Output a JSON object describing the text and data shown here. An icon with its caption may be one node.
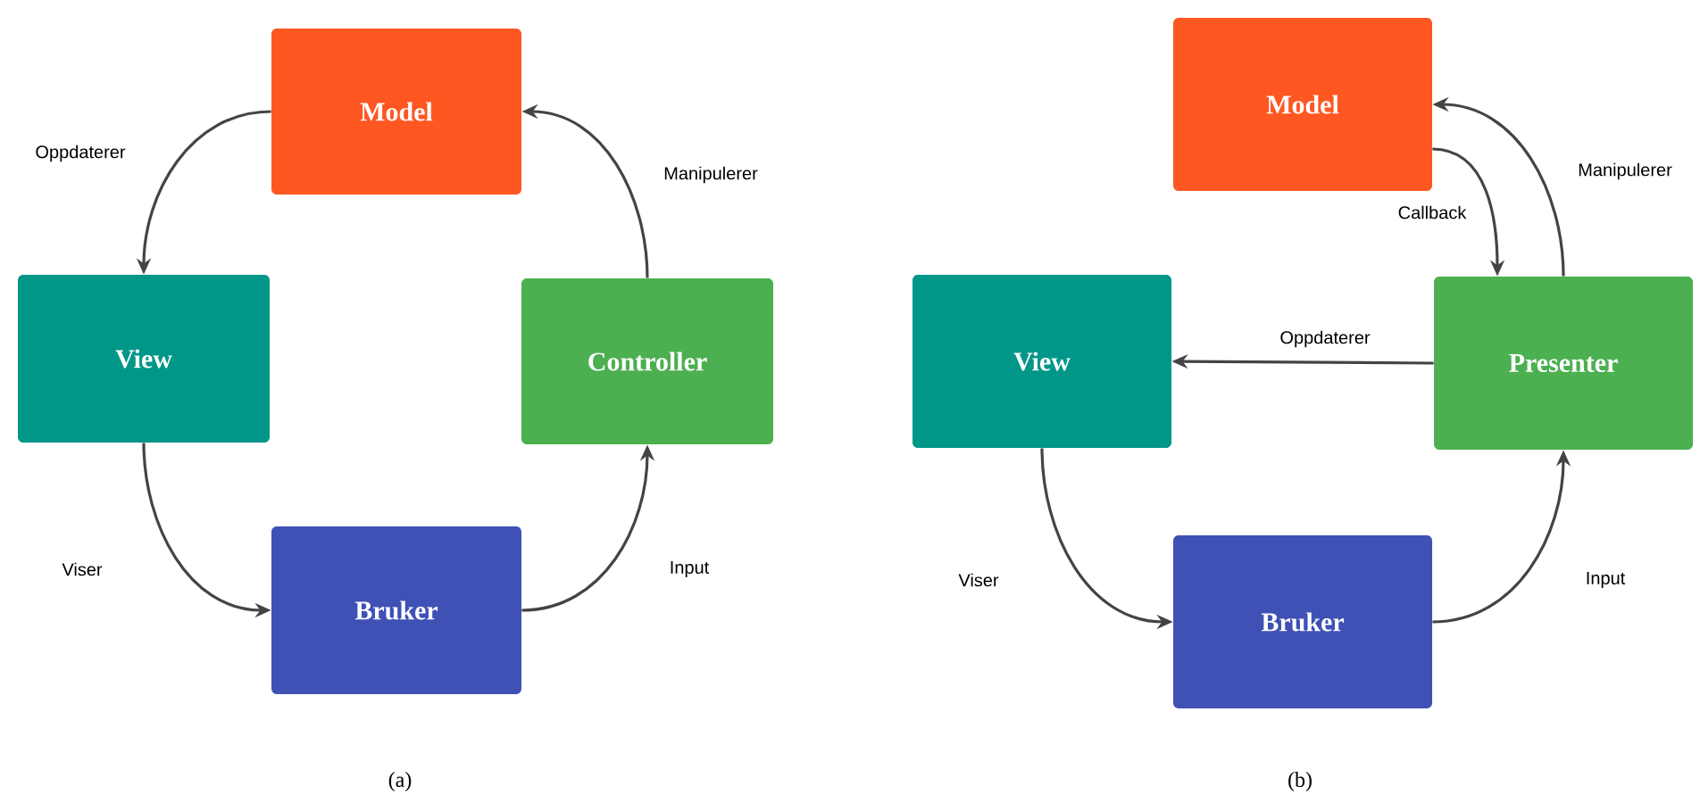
{
  "diagram": {
    "nodes": [
      {
        "text": [
          "Model"
        ]
      },
      {
        "text": [
          "View"
        ]
      },
      {
        "text": [
          "Controller"
        ]
      },
      {
        "text": [
          "Bruker"
        ]
      },
      {
        "text": [
          "Model"
        ]
      },
      {
        "text": [
          "View"
        ]
      },
      {
        "text": [
          "Presenter"
        ]
      },
      {
        "text": [
          "Bruker"
        ]
      }
    ],
    "edges": [
      {
        "from": 0,
        "to": 1,
        "arrow": "to",
        "label": "Oppdaterer"
      },
      {
        "from": 1,
        "to": 3,
        "arrow": "to",
        "label": "Viser"
      },
      {
        "from": 3,
        "to": 2,
        "arrow": "to",
        "label": "Input"
      },
      {
        "from": 2,
        "to": 0,
        "arrow": "to",
        "label": "Manipulerer"
      },
      {
        "from": 4,
        "to": 6,
        "arrow": "to",
        "label": "Callback"
      },
      {
        "from": 6,
        "to": 4,
        "arrow": "to",
        "label": "Manipulerer"
      },
      {
        "from": 6,
        "to": 5,
        "arrow": "to",
        "label": "Oppdaterer"
      },
      {
        "from": 5,
        "to": 7,
        "arrow": "to",
        "label": "Viser"
      },
      {
        "from": 7,
        "to": 6,
        "arrow": "to",
        "label": "Input"
      }
    ],
    "labels": [
      "(a)",
      "(b)"
    ]
  }
}
